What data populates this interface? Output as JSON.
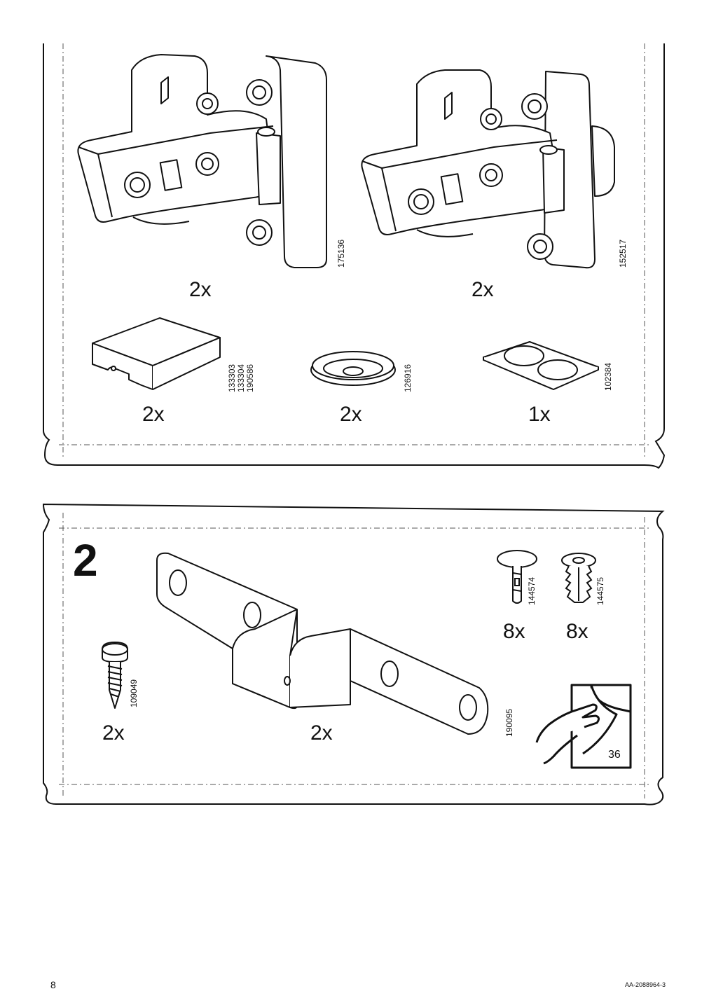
{
  "page": {
    "page_number": "8",
    "document_code": "AA-2088964-3"
  },
  "panel1": {
    "parts": [
      {
        "name": "hinge-overlay",
        "part_numbers": "175136",
        "quantity": "2x"
      },
      {
        "name": "hinge-inset",
        "part_numbers": "152517",
        "quantity": "2x"
      },
      {
        "name": "block-spacer",
        "part_numbers": "133303\n133304\n190586",
        "quantity": "2x"
      },
      {
        "name": "washer-cap",
        "part_numbers": "126916",
        "quantity": "2x"
      },
      {
        "name": "bumper-pads",
        "part_numbers": "102384",
        "quantity": "1x"
      }
    ]
  },
  "panel2": {
    "step_number": "2",
    "parts": [
      {
        "name": "screw",
        "part_numbers": "109049",
        "quantity": "2x"
      },
      {
        "name": "bracket",
        "part_numbers": "190095",
        "quantity": "2x"
      },
      {
        "name": "dowel-pin",
        "part_numbers": "144574",
        "quantity": "8x"
      },
      {
        "name": "plug-anchor",
        "part_numbers": "144575",
        "quantity": "8x"
      }
    ],
    "reference_page": "36"
  },
  "icons": [
    "hinge-icon",
    "spacer-block-icon",
    "washer-icon",
    "bumper-pad-icon",
    "screw-icon",
    "bracket-icon",
    "pin-icon",
    "anchor-icon",
    "page-turn-hand-icon"
  ]
}
